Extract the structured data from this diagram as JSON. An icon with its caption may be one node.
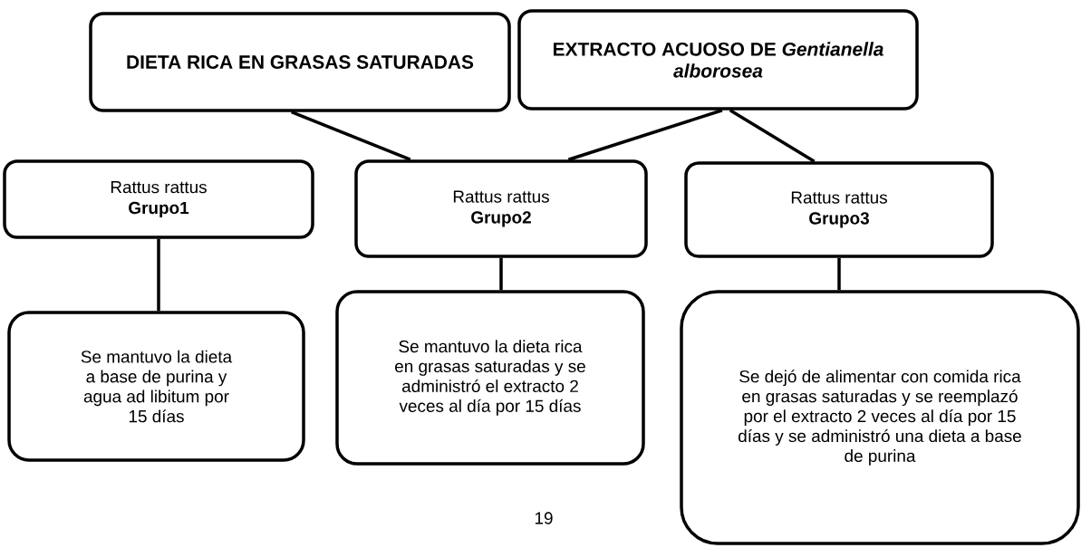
{
  "diagram": {
    "nodes": [
      {
        "text": [
          "DIETA RICA EN GRASAS SATURADAS"
        ]
      },
      {
        "text": [
          "EXTRACTO ACUOSO DE *Gentianella alborosea*"
        ]
      },
      {
        "text": [
          "Rattus rattus",
          "Grupo1"
        ]
      },
      {
        "text": [
          "Rattus rattus",
          "Grupo2"
        ]
      },
      {
        "text": [
          "Rattus rattus",
          "Grupo3"
        ]
      },
      {
        "text": [
          "Se mantuvo la dieta a base de purina y agua ad libitum por 15 días"
        ]
      },
      {
        "text": [
          "Se mantuvo la dieta rica en grasas saturadas y se administró el extracto 2 veces al día por 15 días"
        ]
      },
      {
        "text": [
          "Se dejó de alimentar con comida rica en grasas saturadas y se reemplazó por el extracto 2 veces al día por 15 días y se administró una dieta a base de purina"
        ]
      }
    ],
    "edges": [
      {
        "from": 0,
        "to": 3,
        "arrow": "none"
      },
      {
        "from": 1,
        "to": 3,
        "arrow": "none"
      },
      {
        "from": 1,
        "to": 4,
        "arrow": "none"
      },
      {
        "from": 2,
        "to": 5,
        "arrow": "none"
      },
      {
        "from": 3,
        "to": 6,
        "arrow": "none"
      },
      {
        "from": 4,
        "to": 7,
        "arrow": "none"
      }
    ],
    "labels": [
      "19"
    ]
  }
}
